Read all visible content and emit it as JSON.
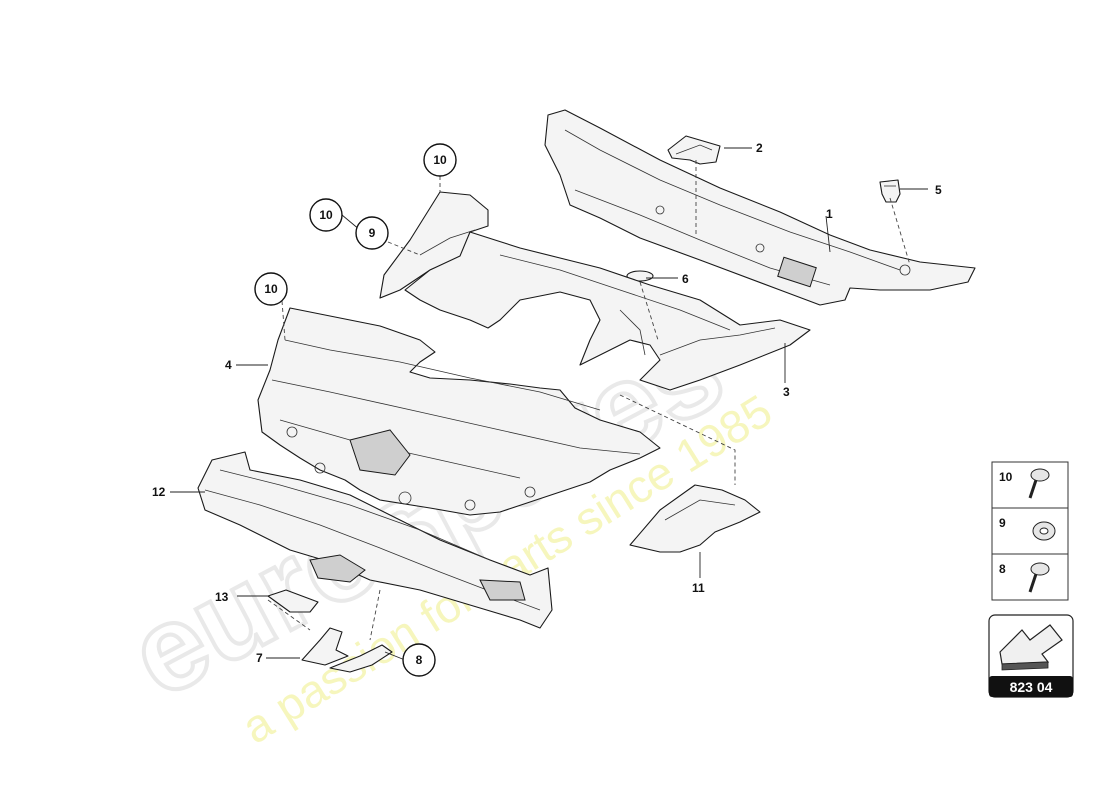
{
  "watermark": {
    "logo": "eurospares",
    "tagline": "a passion for parts since 1985"
  },
  "callouts": {
    "c1": "1",
    "c2": "2",
    "c3": "3",
    "c4": "4",
    "c5": "5",
    "c6": "6",
    "c7": "7",
    "c8": "8",
    "c9": "9",
    "c10a": "10",
    "c10b": "10",
    "c10c": "10",
    "c11": "11",
    "c12": "12",
    "c13": "13"
  },
  "legend": {
    "items": [
      {
        "number": "10",
        "icon": "bolt-icon"
      },
      {
        "number": "9",
        "icon": "washer-icon"
      },
      {
        "number": "8",
        "icon": "bolt-icon"
      }
    ]
  },
  "diagram_code": "823 04",
  "colors": {
    "line": "#1a1a1a",
    "watermark_tag": "#f3f3a8",
    "code_bg": "#111111"
  }
}
